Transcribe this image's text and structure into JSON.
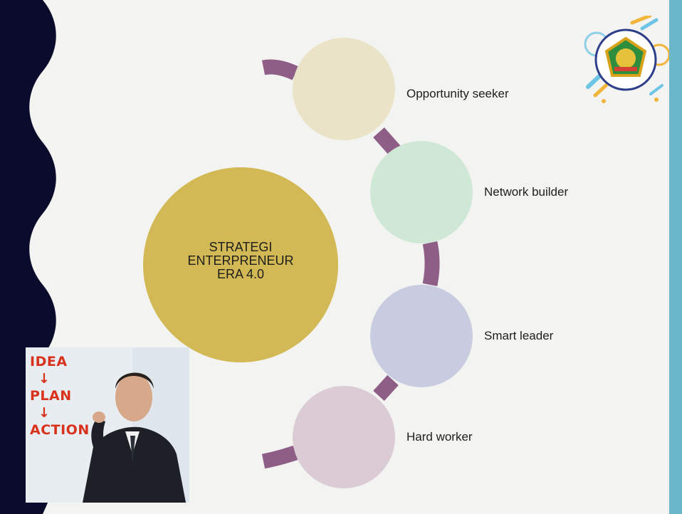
{
  "diagram": {
    "center": {
      "lines": [
        "STRATEGI",
        "ENTERPRENEUR",
        "ERA 4.0"
      ],
      "color": "#d3b955"
    },
    "nodes": [
      {
        "label": "Opportunity seeker",
        "color": "#ebe3c7"
      },
      {
        "label": "Network builder",
        "color": "#cfe8d6"
      },
      {
        "label": "Smart leader",
        "color": "#c9cce0"
      },
      {
        "label": "Hard worker",
        "color": "#dbcbd5"
      }
    ],
    "connector_color": "#8f5e86"
  },
  "photo": {
    "handwriting": [
      "IDEA",
      "PLAN",
      "ACTION"
    ]
  },
  "logo": {
    "name": "school-emblem"
  },
  "colors": {
    "left_band": "#0b0c2c",
    "right_band": "#69b7c8",
    "background": "#f3f3f1"
  }
}
